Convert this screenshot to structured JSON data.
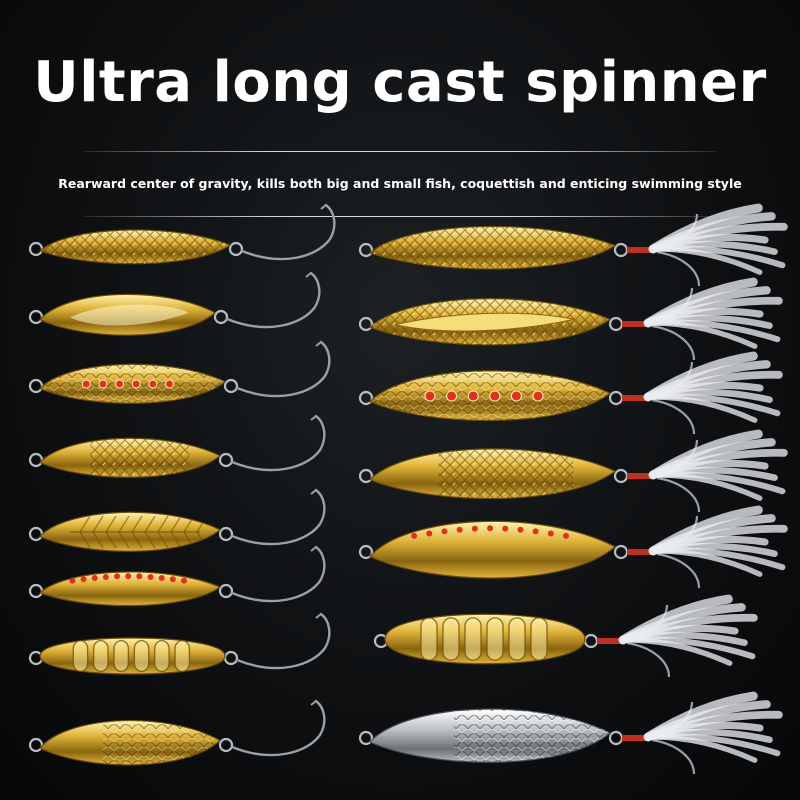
{
  "headline": "Ultra long cast spinner",
  "tagline": "Rearward center of gravity, kills both big and small fish, coquettish and enticing swimming style",
  "colors": {
    "background": "#0e1012",
    "gold_light": "#fff3b0",
    "gold": "#e0b43a",
    "gold_dark": "#8a6510",
    "silver_light": "#ffffff",
    "silver": "#b9bec3",
    "silver_dark": "#6a7075",
    "red_dot": "#e0301e",
    "feather": "#e9ecef"
  },
  "products": [
    {
      "name": "gold-diamond-scale-spoon",
      "finish": "gold",
      "pattern": "diamond",
      "hook": "single"
    },
    {
      "name": "gold-smooth-cup-spoon",
      "finish": "gold",
      "pattern": "smooth",
      "hook": "single"
    },
    {
      "name": "gold-scale-red-dot-spoon",
      "finish": "gold",
      "pattern": "dots-center",
      "hook": "single"
    },
    {
      "name": "gold-half-diamond-spoon",
      "finish": "gold",
      "pattern": "diamond-half",
      "hook": "single"
    },
    {
      "name": "gold-feather-vein-spoon",
      "finish": "gold",
      "pattern": "veins",
      "hook": "single"
    },
    {
      "name": "gold-red-dot-edge-spoon",
      "finish": "gold",
      "pattern": "dots-edge",
      "hook": "single"
    },
    {
      "name": "gold-ribbed-oval-spoon",
      "finish": "gold",
      "pattern": "ribs",
      "hook": "single"
    },
    {
      "name": "gold-scale-tail-spoon",
      "finish": "gold",
      "pattern": "scales",
      "hook": "single"
    },
    {
      "name": "gold-diamond-treble-spoon",
      "finish": "gold",
      "pattern": "diamond",
      "hook": "treble"
    },
    {
      "name": "gold-diamond-groove-treble-spoon",
      "finish": "gold",
      "pattern": "diamond-groove",
      "hook": "treble"
    },
    {
      "name": "gold-scale-red-dot-treble-spoon",
      "finish": "gold",
      "pattern": "dots-center",
      "hook": "treble"
    },
    {
      "name": "gold-half-diamond-treble-spoon",
      "finish": "gold",
      "pattern": "diamond-half",
      "hook": "treble"
    },
    {
      "name": "gold-red-dot-edge-treble-spoon",
      "finish": "gold",
      "pattern": "dots-edge",
      "hook": "treble"
    },
    {
      "name": "gold-ribbed-oval-treble-spoon",
      "finish": "gold",
      "pattern": "ribs",
      "hook": "treble"
    },
    {
      "name": "silver-scale-treble-spoon",
      "finish": "silver",
      "pattern": "scales",
      "hook": "treble"
    }
  ]
}
